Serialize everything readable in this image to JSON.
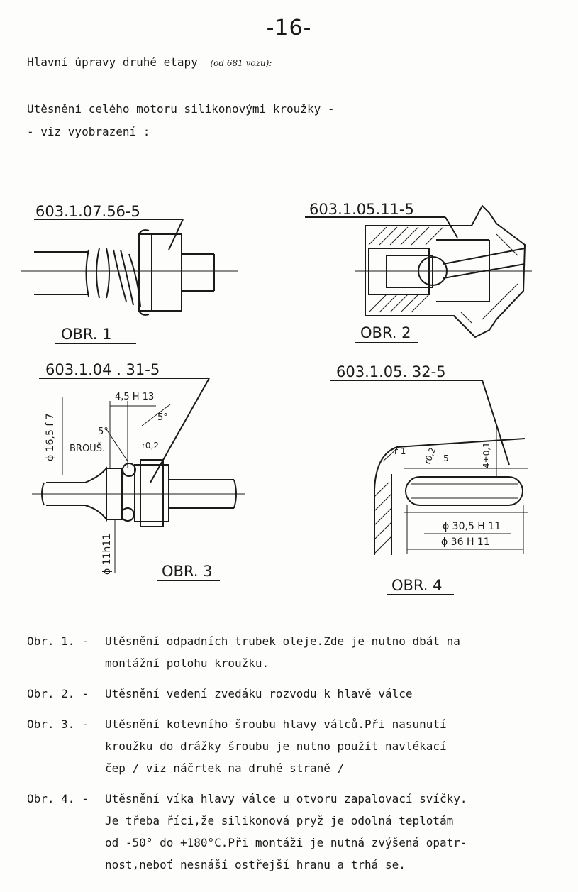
{
  "page_number": "-16-",
  "heading": {
    "title": "Hlavní úpravy druhé etapy",
    "note": "(od 681 vozu):"
  },
  "intro": {
    "line1": "Utěsnění celého motoru silikonovými kroužky -",
    "line2": "- viz vyobrazení :"
  },
  "figures": {
    "fig1": {
      "part": "603.1.07.56-5",
      "label": "OBR. 1"
    },
    "fig2": {
      "part": "603.1.05.11-5",
      "label": "OBR. 2"
    },
    "fig3": {
      "part": "603.1.04 . 31-5",
      "label": "OBR. 3",
      "dim_top": "4,5 H 13",
      "dim_left": "ϕ 16,5 f 7",
      "dim_bottom": "ϕ 11h11",
      "grind_note": "BROUŠ.",
      "angle1": "5°",
      "angle2": "5°",
      "radius": "r0,2"
    },
    "fig4": {
      "part": "603.1.05. 32-5",
      "label": "OBR. 4",
      "dim_inner": "ϕ 30,5 H 11",
      "dim_outer": "ϕ 36 H 11",
      "r1": "r 1",
      "r02": "r0,2",
      "five": "5",
      "tol": "4±0,1"
    }
  },
  "captions": [
    {
      "label": "Obr. 1. -",
      "lines": [
        "Utěsnění odpadních trubek oleje.Zde je nutno dbát na",
        "montážní polohu kroužku."
      ]
    },
    {
      "label": "Obr. 2. -",
      "lines": [
        "Utěsnění vedení zvedáku rozvodu k hlavě válce"
      ]
    },
    {
      "label": "Obr. 3. -",
      "lines": [
        "Utěsnění kotevního šroubu hlavy válců.Při nasunutí",
        "kroužku do drážky šroubu je nutno použít navlékací",
        "čep / viz náčrtek na druhé straně /"
      ]
    },
    {
      "label": "Obr. 4. -",
      "lines": [
        "Utěsnění víka hlavy válce u otvoru zapalovací svíčky.",
        "Je třeba říci,že silikonová pryž je odolná teplotám",
        "od -50° do +180°C.Při montáži je nutná zvýšená opatr-",
        "nost,neboť nesnáší ostřejší hranu a trhá se."
      ]
    }
  ]
}
